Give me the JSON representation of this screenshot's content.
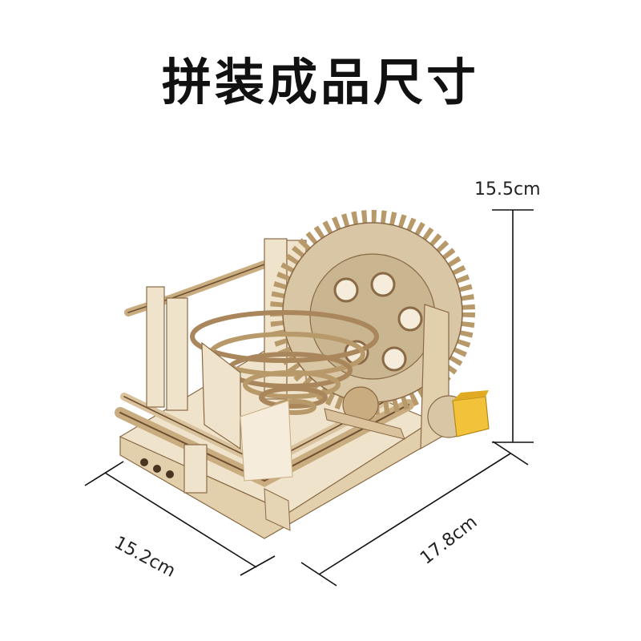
{
  "heading": "拼装成品尺寸",
  "dimensions": {
    "height": "15.5cm",
    "depth": "15.2cm",
    "width": "17.8cm"
  },
  "colors": {
    "wood_light": "#efe3cb",
    "wood_mid": "#e2cfac",
    "wood_dark": "#c9ad80",
    "edge": "#8a6a46",
    "gear": "#d8c6a4",
    "motor": "#f2c23a",
    "line": "#111111"
  }
}
